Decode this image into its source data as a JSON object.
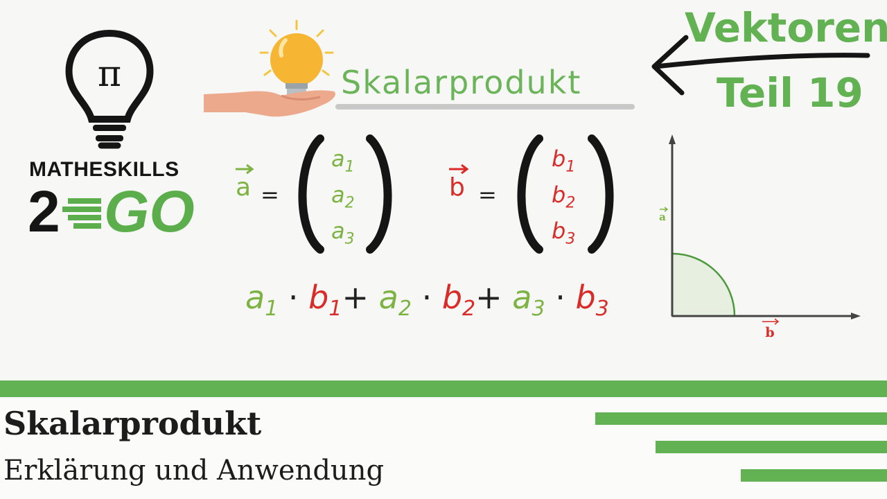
{
  "brand": {
    "name": "MATHESKILLS",
    "two": "2",
    "go": "GO",
    "bulb_symbol": "π"
  },
  "header": {
    "title_script": "Skalarprodukt",
    "series": "Vektoren",
    "part": "Teil 19"
  },
  "vectors": {
    "a": {
      "name": "a",
      "components": [
        "a",
        "a",
        "a"
      ],
      "indices": [
        "1",
        "2",
        "3"
      ]
    },
    "b": {
      "name": "b",
      "components": [
        "b",
        "b",
        "b"
      ],
      "indices": [
        "1",
        "2",
        "3"
      ]
    },
    "equals": "="
  },
  "formula": {
    "terms": [
      {
        "base": "a",
        "index": "1"
      },
      {
        "base": "b",
        "index": "1"
      },
      {
        "base": "a",
        "index": "2"
      },
      {
        "base": "b",
        "index": "2"
      },
      {
        "base": "a",
        "index": "3"
      },
      {
        "base": "b",
        "index": "3"
      }
    ],
    "dot": "·",
    "plus": "+"
  },
  "diagram": {
    "label_a": "a",
    "label_b": "b"
  },
  "banner": {
    "title": "Skalarprodukt",
    "subtitle": "Erklärung und Anwendung"
  },
  "colors": {
    "green": "#62b153",
    "light_green": "#7cb342",
    "red": "#d92b27",
    "dark": "#151515"
  }
}
